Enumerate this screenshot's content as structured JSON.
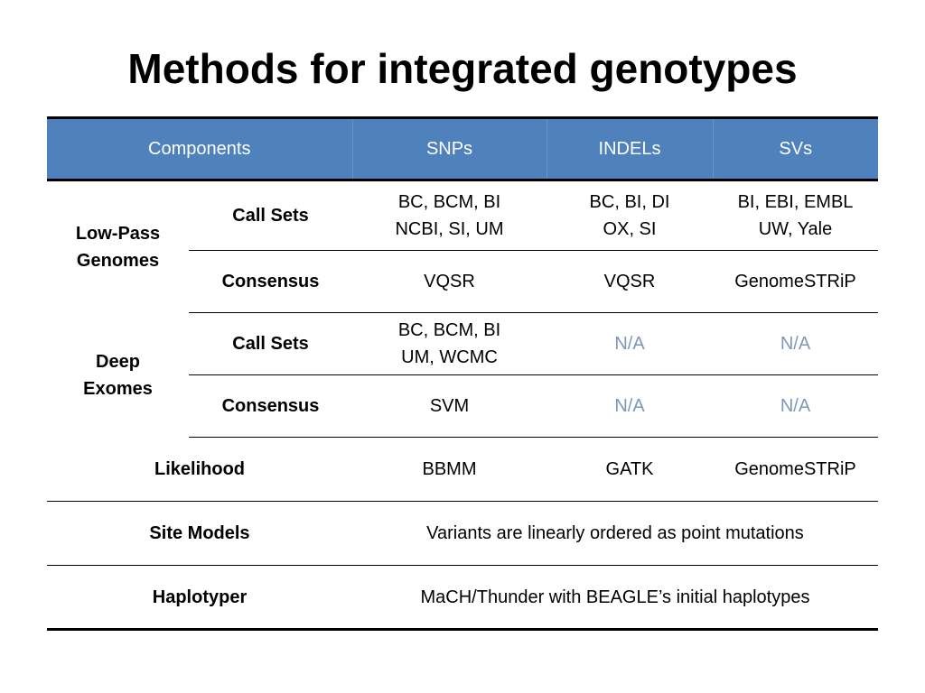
{
  "slide": {
    "title": "Methods for integrated genotypes"
  },
  "table": {
    "headers": [
      "Components",
      "SNPs",
      "INDELs",
      "SVs"
    ],
    "low_pass": {
      "label_line1": "Low-Pass",
      "label_line2": "Genomes",
      "call_sets": {
        "label": "Call Sets",
        "snps_line1": "BC, BCM, BI",
        "snps_line2": "NCBI, SI, UM",
        "indels_line1": "BC, BI, DI",
        "indels_line2": "OX, SI",
        "svs_line1": "BI, EBI, EMBL",
        "svs_line2": "UW, Yale"
      },
      "consensus": {
        "label": "Consensus",
        "snps": "VQSR",
        "indels": "VQSR",
        "svs": "GenomeSTRiP"
      }
    },
    "deep_exomes": {
      "label_line1": "Deep",
      "label_line2": "Exomes",
      "call_sets": {
        "label": "Call Sets",
        "snps_line1": "BC, BCM, BI",
        "snps_line2": "UM, WCMC",
        "indels": "N/A",
        "svs": "N/A"
      },
      "consensus": {
        "label": "Consensus",
        "snps": "SVM",
        "indels": "N/A",
        "svs": "N/A"
      }
    },
    "likelihood": {
      "label": "Likelihood",
      "snps": "BBMM",
      "indels": "GATK",
      "svs": "GenomeSTRiP"
    },
    "site_models": {
      "label": "Site Models",
      "value": "Variants are linearly ordered as point mutations"
    },
    "haplotyper": {
      "label": "Haplotyper",
      "value": "MaCH/Thunder with BEAGLE’s initial haplotypes"
    }
  }
}
